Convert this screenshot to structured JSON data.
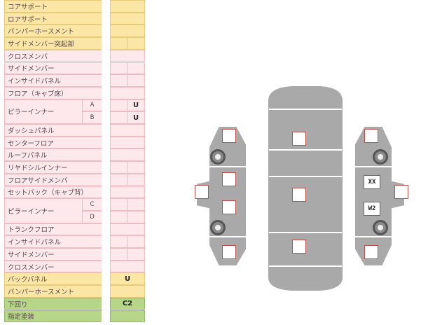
{
  "table": {
    "rows": [
      {
        "label": "コアサポート",
        "tone": "yellow",
        "cells": [
          "",
          ""
        ],
        "cell_tone": "yellow",
        "single": true
      },
      {
        "label": "ロアサポート",
        "tone": "yellow",
        "cells": [
          "",
          ""
        ],
        "cell_tone": "yellow",
        "single": true
      },
      {
        "label": "バンパーホースメント",
        "tone": "yellow",
        "cells": [
          "",
          ""
        ],
        "cell_tone": "yellow",
        "single": true
      },
      {
        "label": "サイドメンバー突起部",
        "tone": "yellow",
        "cells": [
          "",
          ""
        ],
        "cell_tone": "yellow",
        "single": false
      },
      {
        "label": "クロスメンバ",
        "tone": "pink",
        "cells": [
          "",
          ""
        ],
        "single": true
      },
      {
        "label": "サイドメンバー",
        "tone": "pink",
        "cells": [
          "",
          ""
        ],
        "single": false
      },
      {
        "label": "インサイドパネル",
        "tone": "pink",
        "cells": [
          "",
          ""
        ],
        "single": false
      },
      {
        "label": "フロア（キャブ床）",
        "tone": "pink",
        "cells": [
          "",
          ""
        ],
        "single": true
      },
      {
        "label": "ピラーインナー",
        "tone": "pink",
        "sub": "A",
        "cells": [
          "",
          "U"
        ],
        "single": false
      },
      {
        "label": "",
        "tone": "pink",
        "sub": "B",
        "cells": [
          "",
          "U"
        ],
        "single": false
      },
      {
        "label": "ダッシュパネル",
        "tone": "pink",
        "cells": [
          "",
          ""
        ],
        "single": true
      },
      {
        "label": "センターフロア",
        "tone": "pink",
        "cells": [
          "",
          ""
        ],
        "single": true
      },
      {
        "label": "ルーフパネル",
        "tone": "pink",
        "cells": [
          "",
          ""
        ],
        "single": true
      },
      {
        "label": "リヤドシルインナー",
        "tone": "pink",
        "cells": [
          "",
          ""
        ],
        "single": false
      },
      {
        "label": "フロアサイドメンバ",
        "tone": "pink",
        "cells": [
          "",
          ""
        ],
        "single": false
      },
      {
        "label": "セットバック（キャブ背）",
        "tone": "pink",
        "cells": [
          "",
          ""
        ],
        "single": true
      },
      {
        "label": "ピラーインナー",
        "tone": "pink",
        "sub": "C",
        "cells": [
          "",
          ""
        ],
        "single": false
      },
      {
        "label": "",
        "tone": "pink",
        "sub": "D",
        "cells": [
          "",
          ""
        ],
        "single": false
      },
      {
        "label": "トランクフロア",
        "tone": "pink",
        "cells": [
          "",
          ""
        ],
        "single": true
      },
      {
        "label": "インサイドパネル",
        "tone": "pink",
        "cells": [
          "",
          ""
        ],
        "single": false
      },
      {
        "label": "サイドメンバー",
        "tone": "pink",
        "cells": [
          "",
          ""
        ],
        "single": false
      },
      {
        "label": "クロスメンバー",
        "tone": "pink",
        "cells": [
          "",
          ""
        ],
        "single": true
      },
      {
        "label": "バックパネル",
        "tone": "yellow",
        "cells": [
          "U",
          ""
        ],
        "cell_tone": "yellow",
        "single": true
      },
      {
        "label": "バンパーホースメント",
        "tone": "yellow",
        "cells": [
          "",
          ""
        ],
        "cell_tone": "yellow",
        "single": true
      },
      {
        "label": "下回り",
        "tone": "green",
        "cells": [
          "C2",
          ""
        ],
        "cell_tone": "green",
        "single": true
      },
      {
        "label": "指定塗装",
        "tone": "green",
        "cells": [
          "",
          ""
        ],
        "cell_tone": "green",
        "single": true
      }
    ]
  },
  "diagram": {
    "tags": {
      "right_upper": "XX",
      "right_lower": "W2"
    },
    "body_color": "#a9a9a9",
    "mark_color": "#c0504d"
  }
}
